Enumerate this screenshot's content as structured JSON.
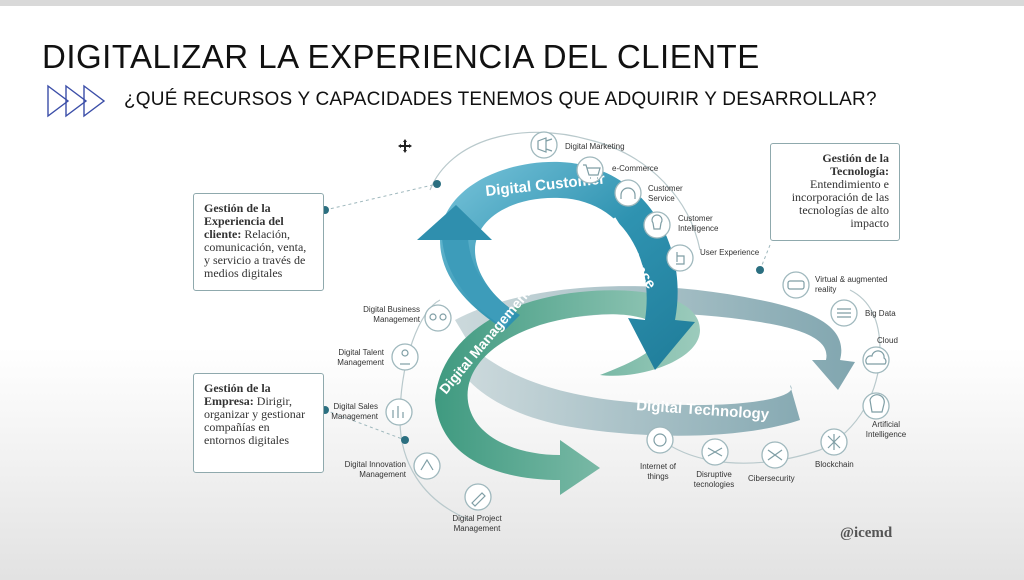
{
  "slide": {
    "title": "DIGITALIZAR LA EXPERIENCIA DEL CLIENTE",
    "subtitle": "¿QUÉ RECURSOS Y CAPACIDADES TENEMOS QUE ADQUIRIR Y DESARROLLAR?",
    "logo": "@icemd"
  },
  "loops": {
    "customer": "Digital Customer Experience",
    "management": "Digital Management",
    "technology": "Digital Technology"
  },
  "boxes": {
    "cliente": {
      "bold": "Gestión de la Experiencia del cliente:",
      "text": " Relación, comunicación, venta, y servicio a través de medios digitales"
    },
    "empresa": {
      "bold": "Gestión de la Empresa:",
      "text": " Dirigir, organizar y gestionar compañías en entornos digitales"
    },
    "tecnologia": {
      "bold": "Gestión de la Tecnología:",
      "text": " Entendimiento e incorporación de las tecnologías de alto impacto"
    }
  },
  "customer_items": [
    {
      "label": "Digital Marketing",
      "icon": "megaphone-icon"
    },
    {
      "label": "e-Commerce",
      "icon": "cart-icon"
    },
    {
      "label": "Customer Service",
      "icon": "headset-icon"
    },
    {
      "label": "Customer Intelligence",
      "icon": "lightbulb-icon"
    },
    {
      "label": "User Experience",
      "icon": "hand-touch-icon"
    }
  ],
  "tech_items": [
    {
      "label": "Virtual & augmented reality",
      "icon": "vr-headset-icon"
    },
    {
      "label": "Big Data",
      "icon": "data-icon"
    },
    {
      "label": "Cloud",
      "icon": "cloud-icon"
    },
    {
      "label": "Artificial Intelligence",
      "icon": "ai-head-icon"
    },
    {
      "label": "Blockchain",
      "icon": "blockchain-icon"
    },
    {
      "label": "Cibersecurity",
      "icon": "shield-icon"
    },
    {
      "label": "Disruptive tecnologies",
      "icon": "disruptive-icon"
    },
    {
      "label": "Internet of things",
      "icon": "globe-network-icon"
    }
  ],
  "mgmt_items": [
    {
      "label": "Digital Business Management",
      "icon": "people-icon"
    },
    {
      "label": "Digital Talent Management",
      "icon": "person-icon"
    },
    {
      "label": "Digital Sales Management",
      "icon": "bar-chart-icon"
    },
    {
      "label": "Digital Innovation Management",
      "icon": "innovation-icon"
    },
    {
      "label": "Digital Project Management",
      "icon": "edit-icon"
    }
  ],
  "colors": {
    "customer": "#2b8fae",
    "management": "#5bab95",
    "technology": "#8eb4bd",
    "line": "#9fb8bd",
    "dot": "#2b6f80"
  }
}
